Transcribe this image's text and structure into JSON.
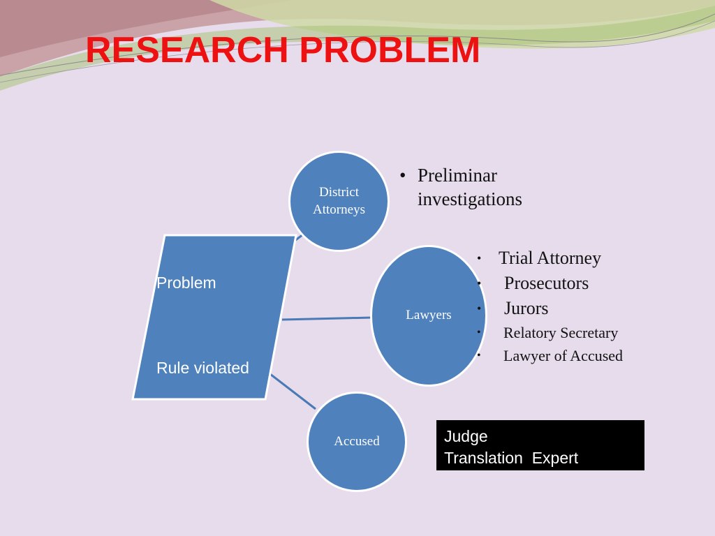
{
  "title": "RESEARCH PROBLEM",
  "problem_box": {
    "line1": "Problem",
    "line2": "Rule violated"
  },
  "nodes": {
    "district": {
      "line1": "District",
      "line2": "Attorneys"
    },
    "lawyers": {
      "label": "Lawyers"
    },
    "accused": {
      "label": "Accused"
    }
  },
  "district_bullets": {
    "line1": "Preliminar",
    "line2": "investigations"
  },
  "lawyers_bullets": [
    "Trial Attorney",
    "Prosecutors",
    "Jurors",
    "Relatory Secretary",
    "Lawyer of Accused"
  ],
  "note_box": {
    "line1": "Judge",
    "line2": "Translation  Expert"
  },
  "colors": {
    "title": "#ee1111",
    "shape_fill": "#4f81bd",
    "connector": "#4a7ab5",
    "background": "#e6dceb"
  }
}
